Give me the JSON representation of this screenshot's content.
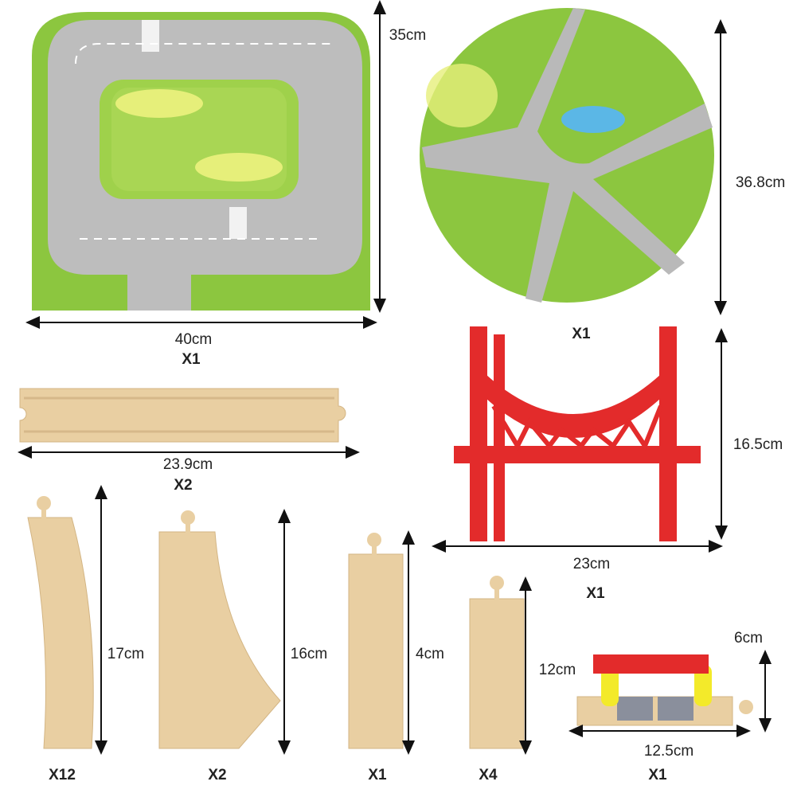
{
  "colors": {
    "grass": "#8cc63f",
    "road": "#b9b9b9",
    "wood": "#e9cfa2",
    "bridge": "#e32b2b",
    "yellow": "#f3ea2a"
  },
  "items": [
    {
      "name": "square-road-mat",
      "dims": [
        "35cm",
        "40cm"
      ],
      "qty": "X1"
    },
    {
      "name": "round-road-mat",
      "dims": [
        "36.8cm"
      ],
      "qty": "X1"
    },
    {
      "name": "long-straight-track",
      "dims": [
        "23.9cm"
      ],
      "qty": "X2"
    },
    {
      "name": "suspension-bridge",
      "dims": [
        "16.5cm",
        "23cm"
      ],
      "qty": "X1"
    },
    {
      "name": "curved-track",
      "dims": [
        "17cm"
      ],
      "qty": "X12"
    },
    {
      "name": "switch-track",
      "dims": [
        "16cm"
      ],
      "qty": "X2"
    },
    {
      "name": "medium-straight-track",
      "dims": [
        "4cm"
      ],
      "qty": "X1"
    },
    {
      "name": "short-straight-track",
      "dims": [
        "12cm"
      ],
      "qty": "X4"
    },
    {
      "name": "crossing-gate",
      "dims": [
        "6cm",
        "12.5cm"
      ],
      "qty": "X1"
    }
  ]
}
